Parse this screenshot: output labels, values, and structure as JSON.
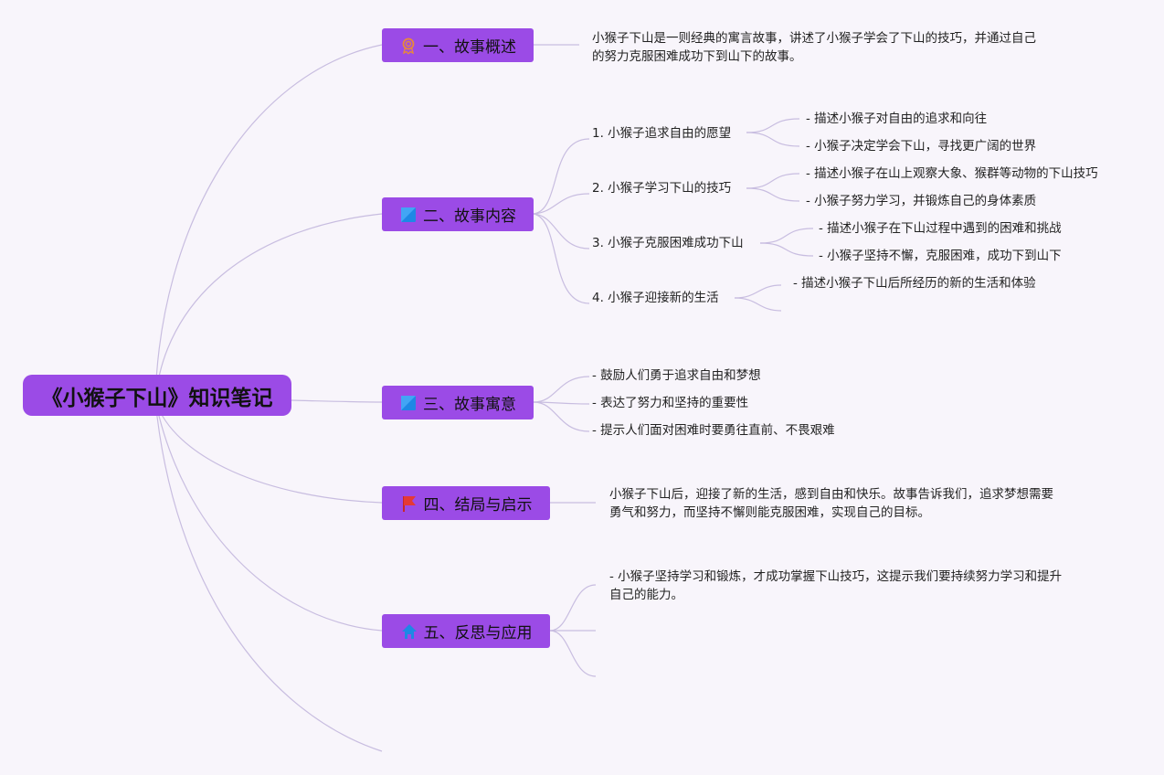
{
  "root": {
    "title": "《小猴子下山》知识笔记"
  },
  "branches": [
    {
      "label": "一、故事概述",
      "icon": "award-ribbon-icon"
    },
    {
      "label": "二、故事内容",
      "icon": "blue-square-icon"
    },
    {
      "label": "三、故事寓意",
      "icon": "blue-square-icon"
    },
    {
      "label": "四、结局与启示",
      "icon": "red-flag-icon"
    },
    {
      "label": "五、反思与应用",
      "icon": "blue-house-icon"
    }
  ],
  "overview": {
    "text": "小猴子下山是一则经典的寓言故事，讲述了小猴子学会了下山的技巧，并通过自己的努力克服困难成功下到山下的故事。"
  },
  "content": [
    {
      "title": "1. 小猴子追求自由的愿望",
      "details": [
        "- 描述小猴子对自由的追求和向往",
        "- 小猴子决定学会下山，寻找更广阔的世界"
      ]
    },
    {
      "title": "2. 小猴子学习下山的技巧",
      "details": [
        "- 描述小猴子在山上观察大象、猴群等动物的下山技巧",
        "- 小猴子努力学习，并锻炼自己的身体素质"
      ]
    },
    {
      "title": "3. 小猴子克服困难成功下山",
      "details": [
        "- 描述小猴子在下山过程中遇到的困难和挑战",
        "- 小猴子坚持不懈，克服困难，成功下到山下"
      ]
    },
    {
      "title": "4. 小猴子迎接新的生活",
      "details": [
        "- 描述小猴子下山后所经历的新的生活和体验"
      ]
    }
  ],
  "moral": [
    "- 鼓励人们勇于追求自由和梦想",
    "- 表达了努力和坚持的重要性",
    "- 提示人们面对困难时要勇往直前、不畏艰难"
  ],
  "ending": {
    "text": "小猴子下山后，迎接了新的生活，感到自由和快乐。故事告诉我们，追求梦想需要勇气和努力，而坚持不懈则能克服困难，实现自己的目标。"
  },
  "reflection": {
    "text": "- 小猴子坚持学习和锻炼，才成功掌握下山技巧，这提示我们要持续努力学习和提升自己的能力。"
  },
  "colors": {
    "node": "#9b4be6",
    "connector": "#c8bde0",
    "background": "#f8f5fb"
  }
}
